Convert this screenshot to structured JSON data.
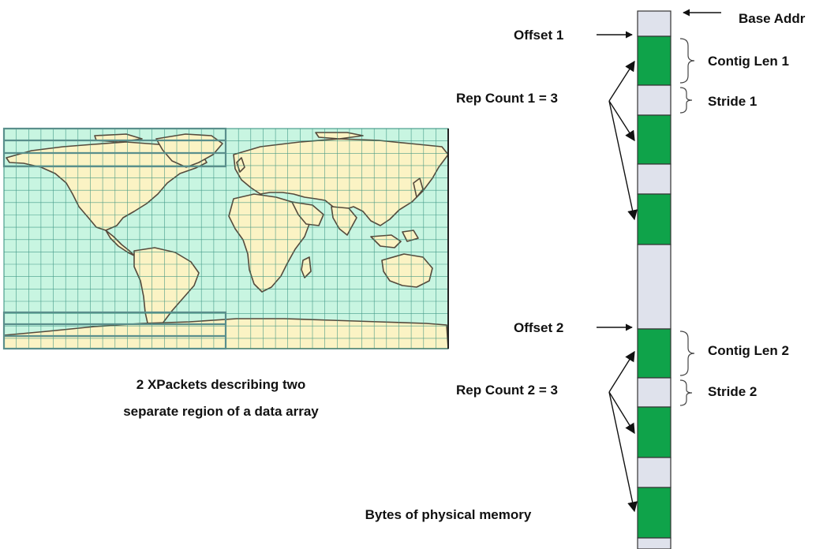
{
  "map": {
    "caption_line1": "2 XPackets describing two",
    "caption_line2": "separate region of a data array",
    "ocean_color": "#c8f5e1",
    "land_color": "#fbf3c4",
    "coast_color": "#554a3c",
    "grid_color": "#2e8c7a",
    "packet_outline_color": "#5a8f8c"
  },
  "memory": {
    "caption": "Bytes of physical memory",
    "contiguous_color": "#0fa34a",
    "gap_color": "#dfe2ec",
    "labels": {
      "base_addr": "Base Addr",
      "offset_1": "Offset 1",
      "contig_len_1": "Contig Len 1",
      "stride_1": "Stride 1",
      "rep_count_1": "Rep Count 1 = 3",
      "offset_2": "Offset 2",
      "contig_len_2": "Contig Len 2",
      "stride_2": "Stride 2",
      "rep_count_2": "Rep Count 2 = 3"
    }
  }
}
